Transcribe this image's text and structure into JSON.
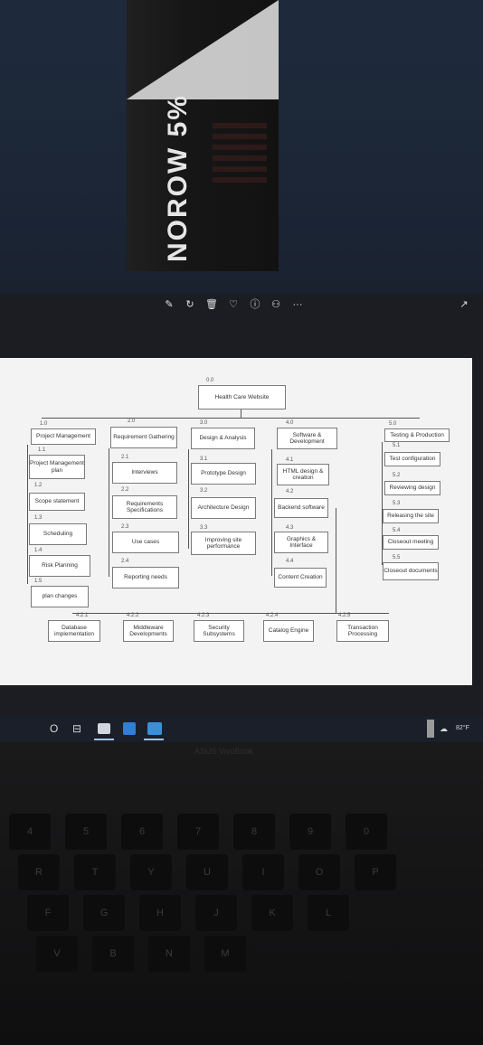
{
  "toolbar": {
    "icons": [
      "edit-icon",
      "rotate-icon",
      "delete-icon",
      "heart-icon",
      "info-icon",
      "people-icon",
      "more-icon"
    ],
    "more_glyph": "···",
    "expand_glyph": "↗"
  },
  "book": {
    "title": "NOROW 5%"
  },
  "wbs": {
    "root": {
      "num": "0.0",
      "label": "Health Care Website"
    },
    "branches": [
      {
        "num": "1.0",
        "label": "Project Management",
        "children": [
          {
            "num": "1.1",
            "label": "Project Management plan"
          },
          {
            "num": "1.2",
            "label": "Scope statement"
          },
          {
            "num": "1.3",
            "label": "Scheduling"
          },
          {
            "num": "1.4",
            "label": "Risk Planning"
          },
          {
            "num": "1.5",
            "label": "plan changes"
          }
        ]
      },
      {
        "num": "2.0",
        "label": "Requirement Gathering",
        "children": [
          {
            "num": "2.1",
            "label": "Interviews"
          },
          {
            "num": "2.2",
            "label": "Requirements Specifications"
          },
          {
            "num": "2.3",
            "label": "Use cases"
          },
          {
            "num": "2.4",
            "label": "Reporting needs"
          }
        ]
      },
      {
        "num": "3.0",
        "label": "Design & Analysis",
        "children": [
          {
            "num": "3.1",
            "label": "Prototype Design"
          },
          {
            "num": "3.2",
            "label": "Architecture Design"
          },
          {
            "num": "3.3",
            "label": "Improving site performance"
          }
        ]
      },
      {
        "num": "4.0",
        "label": "Software & Development",
        "children": [
          {
            "num": "4.1",
            "label": "HTML design & creation"
          },
          {
            "num": "4.2",
            "label": "Backend software"
          },
          {
            "num": "4.3",
            "label": "Graphics & Interface"
          },
          {
            "num": "4.4",
            "label": "Content Creation"
          }
        ]
      },
      {
        "num": "5.0",
        "label": "Testing & Production",
        "children": [
          {
            "num": "5.1",
            "label": "Test configuration"
          },
          {
            "num": "5.2",
            "label": "Reviewing design"
          },
          {
            "num": "5.3",
            "label": "Releasing the site"
          },
          {
            "num": "5.4",
            "label": "Closeout meeting"
          },
          {
            "num": "5.5",
            "label": "Closeout documents"
          }
        ]
      }
    ],
    "backend_children": [
      {
        "num": "4.2.1",
        "label": "Database implementation"
      },
      {
        "num": "4.2.2",
        "label": "Middleware Developments"
      },
      {
        "num": "4.2.3",
        "label": "Security Subsystems"
      },
      {
        "num": "4.2.4",
        "label": "Catalog Engine"
      },
      {
        "num": "4.2.5",
        "label": "Transaction Processing"
      }
    ]
  },
  "taskbar": {
    "search_glyph": "O",
    "taskview_glyph": "⊟",
    "weather": "82°F"
  },
  "laptop": {
    "brand": "ASUS VivoBook",
    "keys_row1": [
      "4",
      "5",
      "6",
      "7",
      "8",
      "9",
      "0"
    ],
    "keys_row2": [
      "R",
      "T",
      "Y",
      "U",
      "I",
      "O",
      "P"
    ],
    "keys_row3": [
      "F",
      "G",
      "H",
      "J",
      "K",
      "L"
    ],
    "keys_row4": [
      "V",
      "B",
      "N",
      "M"
    ]
  }
}
